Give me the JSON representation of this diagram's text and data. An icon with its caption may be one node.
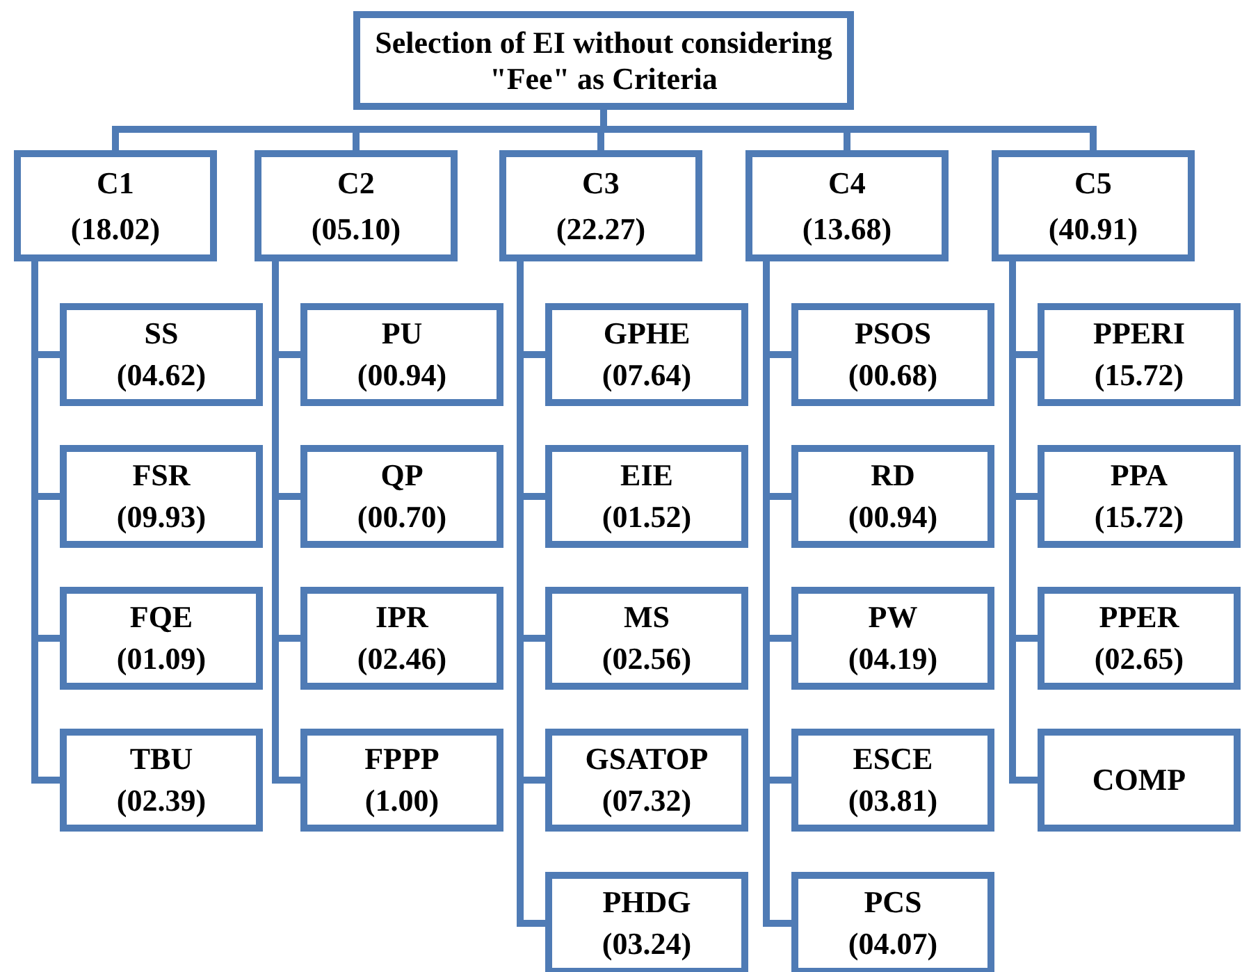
{
  "diagram": {
    "nodes": [
      {
        "text": [
          "Selection of EI without considering \"Fee\" as Criteria"
        ]
      },
      {
        "text": [
          "C1",
          "(18.02)"
        ]
      },
      {
        "text": [
          "C2",
          "(05.10)"
        ]
      },
      {
        "text": [
          "C3",
          "(22.27)"
        ]
      },
      {
        "text": [
          "C4",
          "(13.68)"
        ]
      },
      {
        "text": [
          "C5",
          "(40.91)"
        ]
      },
      {
        "text": [
          "SS",
          "(04.62)"
        ]
      },
      {
        "text": [
          "FSR",
          "(09.93)"
        ]
      },
      {
        "text": [
          "FQE",
          "(01.09)"
        ]
      },
      {
        "text": [
          "TBU",
          "(02.39)"
        ]
      },
      {
        "text": [
          "PU",
          "(00.94)"
        ]
      },
      {
        "text": [
          "QP",
          "(00.70)"
        ]
      },
      {
        "text": [
          "IPR",
          "(02.46)"
        ]
      },
      {
        "text": [
          "FPPP",
          "(1.00)"
        ]
      },
      {
        "text": [
          "GPHE",
          "(07.64)"
        ]
      },
      {
        "text": [
          "EIE",
          "(01.52)"
        ]
      },
      {
        "text": [
          "MS",
          "(02.56)"
        ]
      },
      {
        "text": [
          "GSATOP",
          "(07.32)"
        ]
      },
      {
        "text": [
          "PHDG",
          "(03.24)"
        ]
      },
      {
        "text": [
          "PSOS",
          "(00.68)"
        ]
      },
      {
        "text": [
          "RD",
          "(00.94)"
        ]
      },
      {
        "text": [
          "PW",
          "(04.19)"
        ]
      },
      {
        "text": [
          "ESCE",
          "(03.81)"
        ]
      },
      {
        "text": [
          "PCS",
          "(04.07)"
        ]
      },
      {
        "text": [
          "PPERI",
          "(15.72)"
        ]
      },
      {
        "text": [
          "PPA",
          "(15.72)"
        ]
      },
      {
        "text": [
          "PPER",
          "(02.65)"
        ]
      },
      {
        "text": [
          "COMP"
        ]
      }
    ],
    "edges": [
      {
        "from": 0,
        "to": 1,
        "arrow": "none"
      },
      {
        "from": 0,
        "to": 2,
        "arrow": "none"
      },
      {
        "from": 0,
        "to": 3,
        "arrow": "none"
      },
      {
        "from": 0,
        "to": 4,
        "arrow": "none"
      },
      {
        "from": 0,
        "to": 5,
        "arrow": "none"
      },
      {
        "from": 1,
        "to": 6,
        "arrow": "none"
      },
      {
        "from": 1,
        "to": 7,
        "arrow": "none"
      },
      {
        "from": 1,
        "to": 8,
        "arrow": "none"
      },
      {
        "from": 1,
        "to": 9,
        "arrow": "none"
      },
      {
        "from": 2,
        "to": 10,
        "arrow": "none"
      },
      {
        "from": 2,
        "to": 11,
        "arrow": "none"
      },
      {
        "from": 2,
        "to": 12,
        "arrow": "none"
      },
      {
        "from": 2,
        "to": 13,
        "arrow": "none"
      },
      {
        "from": 3,
        "to": 14,
        "arrow": "none"
      },
      {
        "from": 3,
        "to": 15,
        "arrow": "none"
      },
      {
        "from": 3,
        "to": 16,
        "arrow": "none"
      },
      {
        "from": 3,
        "to": 17,
        "arrow": "none"
      },
      {
        "from": 3,
        "to": 18,
        "arrow": "none"
      },
      {
        "from": 4,
        "to": 19,
        "arrow": "none"
      },
      {
        "from": 4,
        "to": 20,
        "arrow": "none"
      },
      {
        "from": 4,
        "to": 21,
        "arrow": "none"
      },
      {
        "from": 4,
        "to": 22,
        "arrow": "none"
      },
      {
        "from": 4,
        "to": 23,
        "arrow": "none"
      },
      {
        "from": 5,
        "to": 24,
        "arrow": "none"
      },
      {
        "from": 5,
        "to": 25,
        "arrow": "none"
      },
      {
        "from": 5,
        "to": 26,
        "arrow": "none"
      },
      {
        "from": 5,
        "to": 27,
        "arrow": "none"
      }
    ]
  }
}
